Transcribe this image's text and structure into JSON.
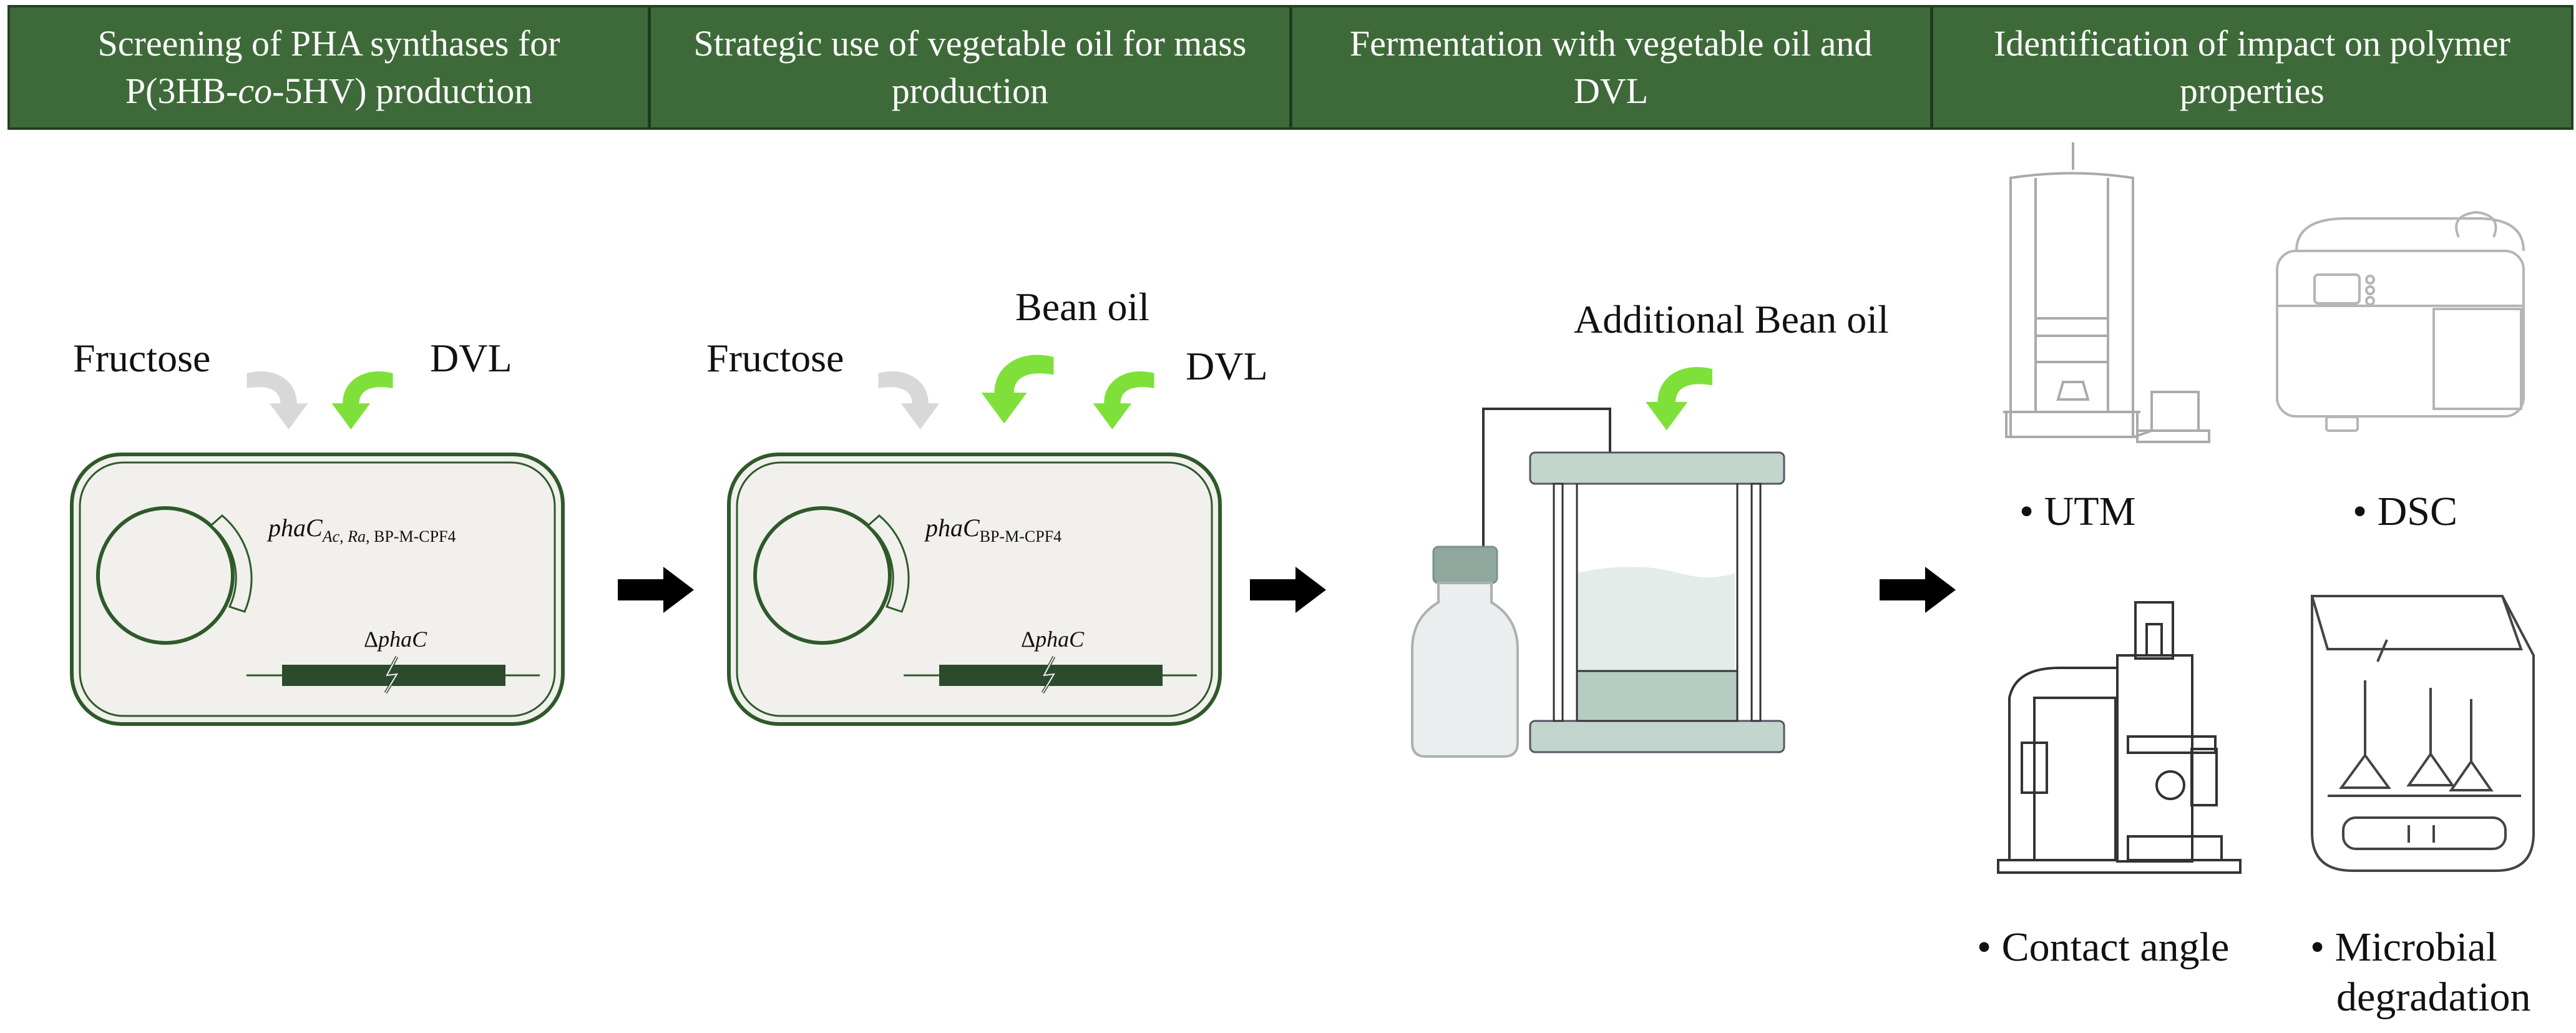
{
  "header": {
    "steps": [
      {
        "line1": "Screening of PHA synthases for",
        "line2_pre": "P(3HB-",
        "line2_em": "co",
        "line2_post": "-5HV) production"
      },
      {
        "line1": "Strategic use of vegetable oil for mass",
        "line2_pre": "production",
        "line2_em": "",
        "line2_post": ""
      },
      {
        "line1": "Fermentation with vegetable oil and",
        "line2_pre": "DVL",
        "line2_em": "",
        "line2_post": ""
      },
      {
        "line1": "Identification of impact on polymer",
        "line2_pre": "properties",
        "line2_em": "",
        "line2_post": ""
      }
    ]
  },
  "panel1": {
    "fructose_label": "Fructose",
    "dvl_label": "DVL",
    "gene_name": "phaC",
    "gene_subscript_italic": "Ac, Ra,",
    "gene_subscript": " BP-M-CPF4",
    "deletion_prefix": "Δ",
    "deletion_gene": "phaC"
  },
  "panel2": {
    "fructose_label": "Fructose",
    "bean_oil_label": "Bean oil",
    "dvl_label": "DVL",
    "gene_name": "phaC",
    "gene_subscript": "BP-M-CPF4",
    "deletion_prefix": "Δ",
    "deletion_gene": "phaC"
  },
  "panel3": {
    "additional_oil_label": "Additional Bean oil"
  },
  "panel4": {
    "analyses": [
      {
        "bullet": "•",
        "label": "UTM"
      },
      {
        "bullet": "•",
        "label": "DSC"
      },
      {
        "bullet": "•",
        "label": "Contact angle"
      },
      {
        "bullet": "•",
        "label": "Microbial",
        "label2": "degradation"
      }
    ]
  },
  "colors": {
    "header_bg": "#3e6a39",
    "cell_border": "#2e5a2a",
    "cell_fill": "#f1f0ec",
    "gene_bar": "#2c4a2c",
    "arrow_green": "#7fe03a",
    "arrow_gray": "#d8d8d8",
    "reactor": "#b7cdc4"
  }
}
